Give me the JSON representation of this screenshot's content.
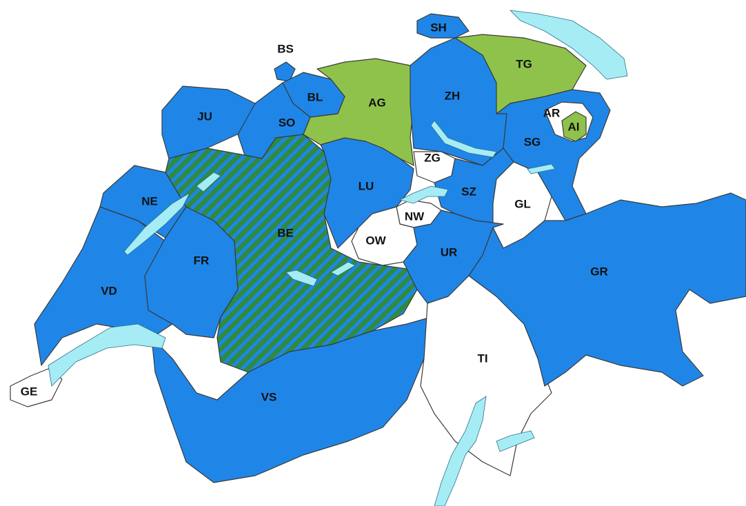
{
  "colors": {
    "blue": "#1f86e8",
    "green": "#8fc24a",
    "white": "#ffffff",
    "hatch_base": "#2e8b3f",
    "hatch_stripe": "#1f86e8",
    "lake": "#a6ecf4",
    "border": "#3a3a3a"
  },
  "cantons": [
    {
      "code": "SH",
      "fill": "blue"
    },
    {
      "code": "BS",
      "fill": "blue"
    },
    {
      "code": "BL",
      "fill": "blue"
    },
    {
      "code": "JU",
      "fill": "blue"
    },
    {
      "code": "SO",
      "fill": "blue"
    },
    {
      "code": "AG",
      "fill": "green"
    },
    {
      "code": "ZH",
      "fill": "blue"
    },
    {
      "code": "TG",
      "fill": "green"
    },
    {
      "code": "AR",
      "fill": "white"
    },
    {
      "code": "AI",
      "fill": "green"
    },
    {
      "code": "SG",
      "fill": "blue"
    },
    {
      "code": "ZG",
      "fill": "white"
    },
    {
      "code": "LU",
      "fill": "blue"
    },
    {
      "code": "SZ",
      "fill": "blue"
    },
    {
      "code": "GL",
      "fill": "white"
    },
    {
      "code": "NE",
      "fill": "blue"
    },
    {
      "code": "BE",
      "fill": "hatched"
    },
    {
      "code": "NW",
      "fill": "white"
    },
    {
      "code": "OW",
      "fill": "white"
    },
    {
      "code": "UR",
      "fill": "blue"
    },
    {
      "code": "FR",
      "fill": "blue"
    },
    {
      "code": "GR",
      "fill": "blue"
    },
    {
      "code": "VD",
      "fill": "blue"
    },
    {
      "code": "TI",
      "fill": "white"
    },
    {
      "code": "GE",
      "fill": "white"
    },
    {
      "code": "VS",
      "fill": "blue"
    }
  ]
}
